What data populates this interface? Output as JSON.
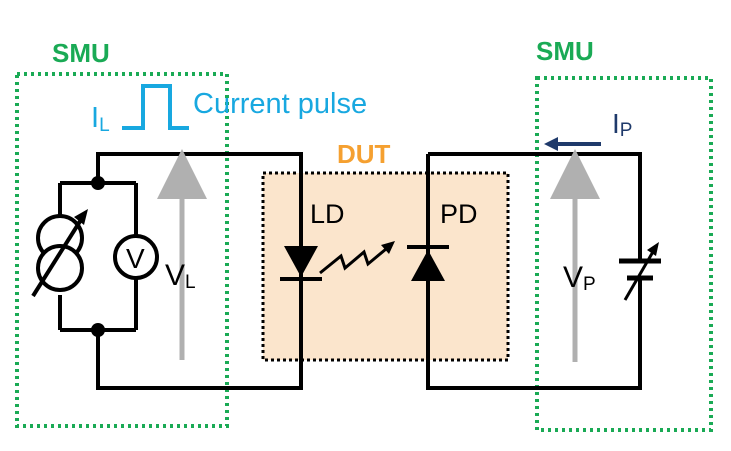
{
  "labels": {
    "smu_left": "SMU",
    "smu_right": "SMU",
    "dut": "DUT",
    "ld": "LD",
    "pd": "PD",
    "current_symbol": "I",
    "current_sub": "L",
    "pulse_text": "Current pulse",
    "voltmeter": "V",
    "vl_main": "V",
    "vl_sub": "L",
    "vp_main": "V",
    "vp_sub": "P",
    "ip_main": "I",
    "ip_sub": "P"
  },
  "colors": {
    "smu_box": "#1aaa55",
    "dut_fill": "#fbe5cc",
    "dut_label": "#f5a030",
    "pulse": "#18a8e0",
    "ip_arrow": "#1f3a6b",
    "wire": "#000000",
    "voltage_arrow": "#b0b0b0",
    "label_dark": "#1f3a6b"
  }
}
